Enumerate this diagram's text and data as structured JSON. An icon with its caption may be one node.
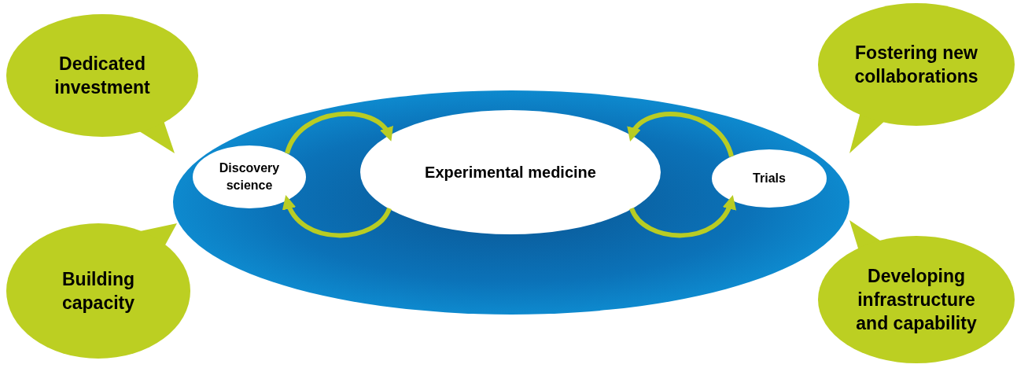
{
  "diagram": {
    "nodes": [
      {
        "text": [
          "Dedicated investment"
        ]
      },
      {
        "text": [
          "Fostering new collaborations"
        ]
      },
      {
        "text": [],
        "shape": "ellipse"
      },
      {
        "text": [
          "Discovery science"
        ],
        "in": 2
      },
      {
        "text": [
          "Experimental medicine"
        ],
        "in": 2
      },
      {
        "text": [
          "Trials"
        ],
        "in": 2
      },
      {
        "text": [
          "Building capacity"
        ]
      },
      {
        "text": [
          "Developing infrastructure and capability"
        ]
      }
    ],
    "edges": [
      {
        "from": 3,
        "to": 4,
        "arrow": "to",
        "color": "#b8cc24"
      },
      {
        "from": 4,
        "to": 3,
        "arrow": "to",
        "color": "#b8cc24"
      },
      {
        "from": 5,
        "to": 4,
        "arrow": "to",
        "color": "#b8cc24"
      },
      {
        "from": 4,
        "to": 5,
        "arrow": "to",
        "color": "#b8cc24"
      }
    ]
  }
}
